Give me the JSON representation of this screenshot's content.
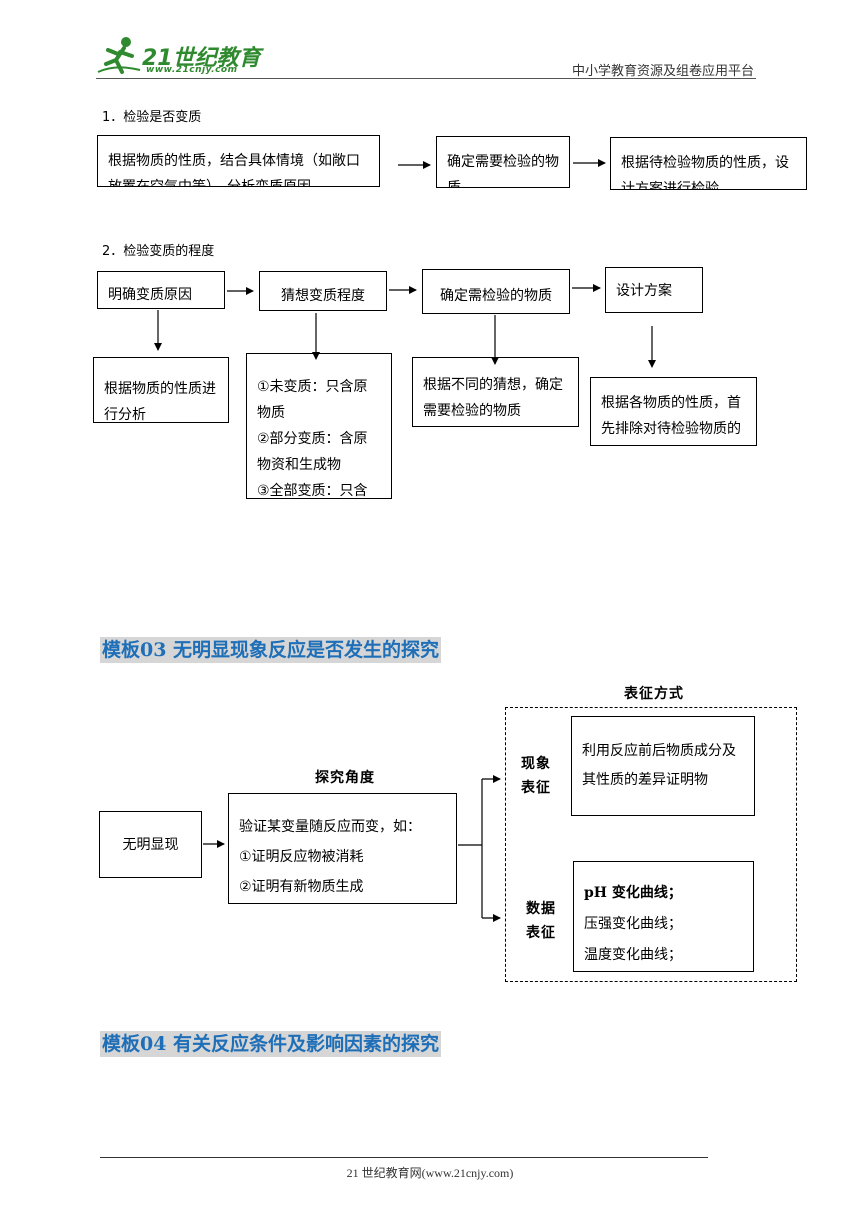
{
  "header": {
    "logo_text": "21世纪教育",
    "logo_url": "www.21cnjy.com",
    "right_text": "中小学教育资源及组卷应用平台"
  },
  "section1": {
    "heading": "1．检验是否变质",
    "box1": "根据物质的性质，结合具体情境（如敞口放置在空气中等），分析变质原因",
    "box2": "确定需要检验的物质",
    "box3": "根据待检验物质的性质，设计方案进行检验"
  },
  "section2": {
    "heading": "2．检验变质的程度",
    "top1": "明确变质原因",
    "top2": "猜想变质程度",
    "top3": "确定需检验的物质",
    "top4": "设计方案",
    "bottom1": "根据物质的性质进行分析",
    "bottom2_lines": [
      "①未变质：只含原物质",
      "②部分变质：含原物资和生成物",
      "③全部变质：只含"
    ],
    "bottom3": "根据不同的猜想，确定需要检验的物质",
    "bottom4": "根据各物质的性质，首先排除对待检验物质的干扰，然后再检验"
  },
  "template03": {
    "title": "模板03  无明显现象反应是否发生的探究",
    "label_methods": "表征方式",
    "label_angle": "探究角度",
    "box_start": "无明显现",
    "angle_lines": [
      "验证某变量随反应而变，如：",
      "①证明反应物被消耗",
      "②证明有新物质生成"
    ],
    "phenomenon_label": [
      "现象",
      "表征"
    ],
    "phenomenon_text": "利用反应前后物质成分及其性质的差异证明物",
    "data_label": [
      "数据",
      "表征"
    ],
    "data_lines": [
      "pH 变化曲线；",
      "压强变化曲线；",
      "温度变化曲线；"
    ]
  },
  "template04": {
    "title": "模板04  有关反应条件及影响因素的探究"
  },
  "footer": {
    "text": "21 世纪教育网(www.21cnjy.com)"
  }
}
